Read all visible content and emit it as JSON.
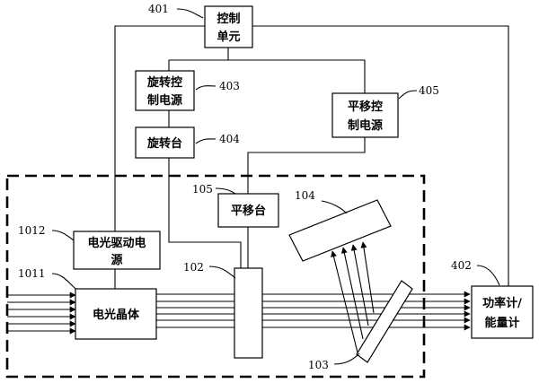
{
  "blocks": {
    "control_unit": {
      "line1": "控制",
      "line2": "单元",
      "ref": "401"
    },
    "power_meter": {
      "line1": "功率计/",
      "line2": "能量计",
      "ref": "402"
    },
    "rotation_power": {
      "line1": "旋转控",
      "line2": "制电源",
      "ref": "403"
    },
    "rotation_stage": {
      "label": "旋转台",
      "ref": "404"
    },
    "translation_power": {
      "line1": "平移控",
      "line2": "制电源",
      "ref": "405"
    },
    "translation_stage": {
      "label": "平移台",
      "ref": "105"
    },
    "eo_driver": {
      "line1": "电光驱动电",
      "line2": "源",
      "ref": "1012"
    },
    "eo_crystal": {
      "label": "电光晶体",
      "ref": "1011"
    }
  },
  "components": {
    "element_102": {
      "ref": "102"
    },
    "element_103": {
      "ref": "103"
    },
    "element_104": {
      "ref": "104"
    }
  }
}
